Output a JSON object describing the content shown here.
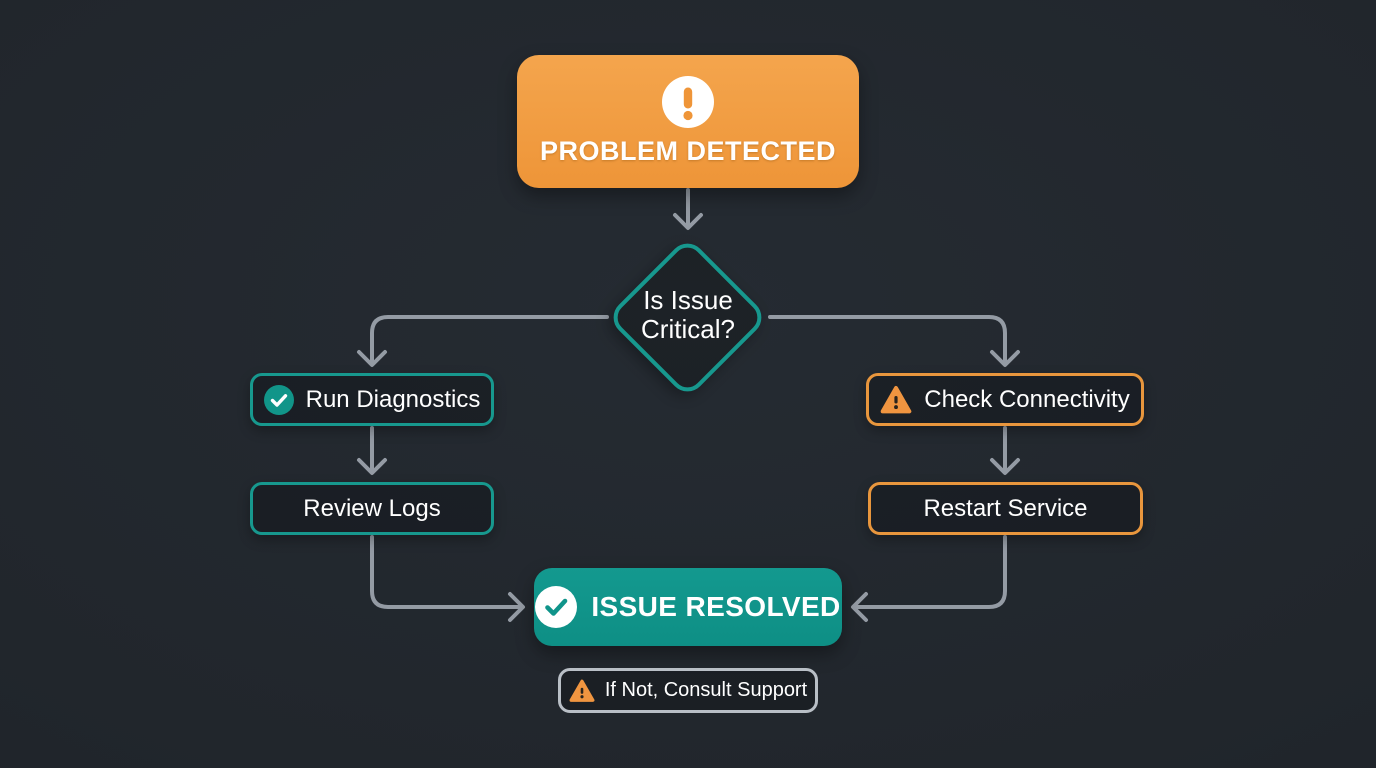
{
  "colors": {
    "background": "#21262C",
    "orange": "#F09A41",
    "teal": "#12968B",
    "connector": "#949BA4",
    "gray_border": "#B9BFC6",
    "text": "#FFFFFF"
  },
  "nodes": {
    "problem": {
      "label": "PROBLEM DETECTED",
      "icon": "exclamation-circle"
    },
    "decision": {
      "label": "Is Issue Critical?"
    },
    "run_diagnostics": {
      "label": "Run Diagnostics",
      "icon": "check-circle"
    },
    "review_logs": {
      "label": "Review Logs"
    },
    "check_connectivity": {
      "label": "Check Connectivity",
      "icon": "warning-triangle"
    },
    "restart_service": {
      "label": "Restart Service",
      "icon": "warning-triangle-none"
    },
    "resolved": {
      "label": "ISSUE RESOLVED",
      "icon": "check-circle"
    },
    "consult": {
      "label": "If Not, Consult Support",
      "icon": "warning-triangle"
    }
  }
}
